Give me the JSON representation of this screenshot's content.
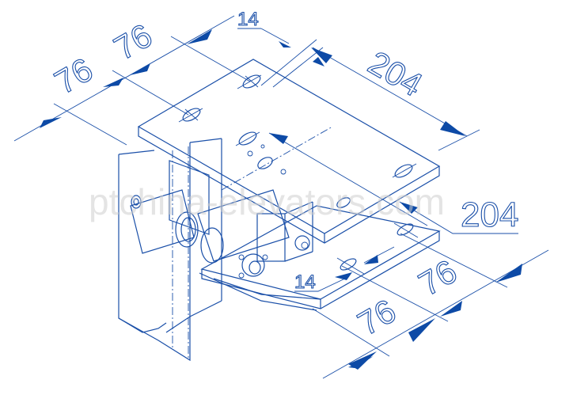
{
  "drawing": {
    "title": "Isometric drawing of elevator mechanical assembly with mounting plates",
    "line_color": "#1a4fa8",
    "arrow_color": "#0d4aa6",
    "background": "#ffffff"
  },
  "dimensions": {
    "top": {
      "left_76_a": "76",
      "left_76_b": "76",
      "slot_14": "14",
      "length_204": "204"
    },
    "bottom": {
      "length_204": "204",
      "slot_14": "14",
      "right_76_a": "76",
      "right_76_b": "76"
    }
  },
  "watermark": {
    "text": "ptchina-elevators.com"
  }
}
